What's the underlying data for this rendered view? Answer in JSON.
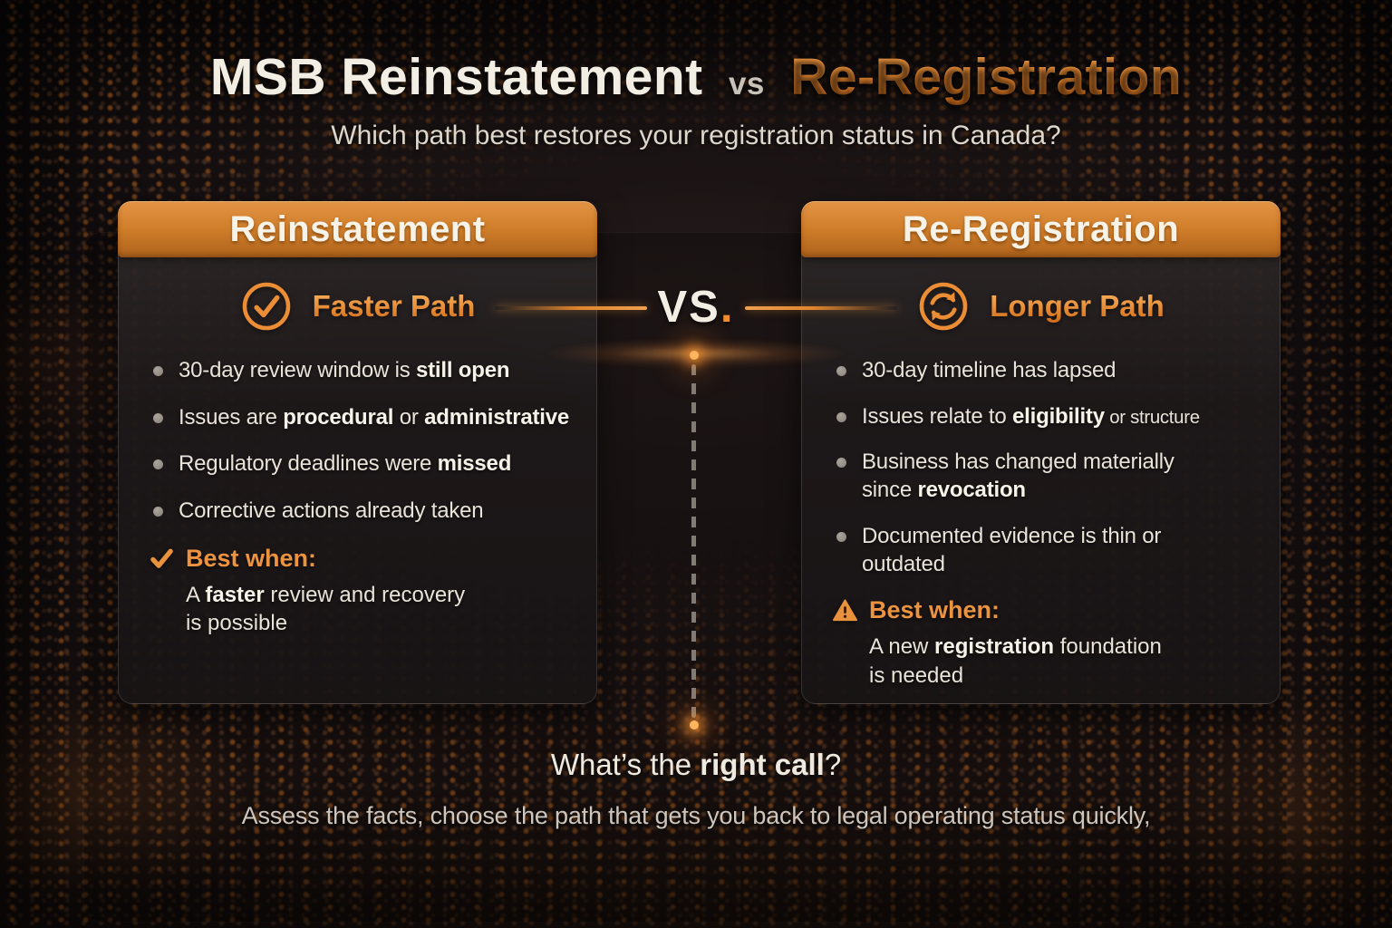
{
  "title": {
    "main": "MSB Reinstatement",
    "connector": "vs",
    "accent": "Re-Registration",
    "subtitle": "Which path best restores your registration status in Canada?"
  },
  "vs_badge": {
    "text": "VS",
    "dot": "."
  },
  "cards": {
    "left": {
      "header": "Reinstatement",
      "path": {
        "icon": "check-circle-icon",
        "label": "Faster Path"
      },
      "bullets": [
        [
          {
            "t": "30-day review window is "
          },
          {
            "t": "still open",
            "b": true
          }
        ],
        [
          {
            "t": "Issues are "
          },
          {
            "t": "procedural",
            "b": true
          },
          {
            "t": " or "
          },
          {
            "t": "administrative",
            "b": true
          }
        ],
        [
          {
            "t": "Regulatory deadlines were "
          },
          {
            "t": "missed",
            "b": true
          }
        ],
        [
          {
            "t": "Corrective actions already taken"
          }
        ]
      ],
      "best_when": {
        "icon": "check-icon",
        "label": "Best when:",
        "text": [
          {
            "t": "A "
          },
          {
            "t": "faster",
            "b": true
          },
          {
            "t": " review and recovery\nis possible"
          }
        ]
      }
    },
    "right": {
      "header": "Re-Registration",
      "path": {
        "icon": "refresh-circle-icon",
        "label": "Longer Path"
      },
      "bullets": [
        [
          {
            "t": "30-day timeline has lapsed"
          }
        ],
        [
          {
            "t": "Issues relate to "
          },
          {
            "t": "eligibility",
            "b": true
          },
          {
            "t": " or structure",
            "small": true
          }
        ],
        [
          {
            "t": "Business has changed materially\nsince "
          },
          {
            "t": "revocation",
            "b": true
          }
        ],
        [
          {
            "t": "Documented evidence is thin or\noutdated"
          }
        ]
      ],
      "best_when": {
        "icon": "warning-icon",
        "label": "Best when:",
        "text": [
          {
            "t": "A new "
          },
          {
            "t": "registration",
            "b": true
          },
          {
            "t": " foundation\nis needed"
          }
        ]
      }
    }
  },
  "footer": {
    "question": [
      {
        "t": "What’s the "
      },
      {
        "t": "right call",
        "b": true
      },
      {
        "t": "?"
      }
    ],
    "note": "Assess the facts, choose the path that gets you back to legal operating status quickly,"
  },
  "colors": {
    "accent_orange": "#e8862f",
    "header_gradient_top": "#e39445",
    "header_gradient_bottom": "#ae631c",
    "text_light": "#f3eee3",
    "text_muted": "#cdc6bd",
    "bullet_dot": "#9a948c",
    "dash_line": "#8a847d"
  }
}
